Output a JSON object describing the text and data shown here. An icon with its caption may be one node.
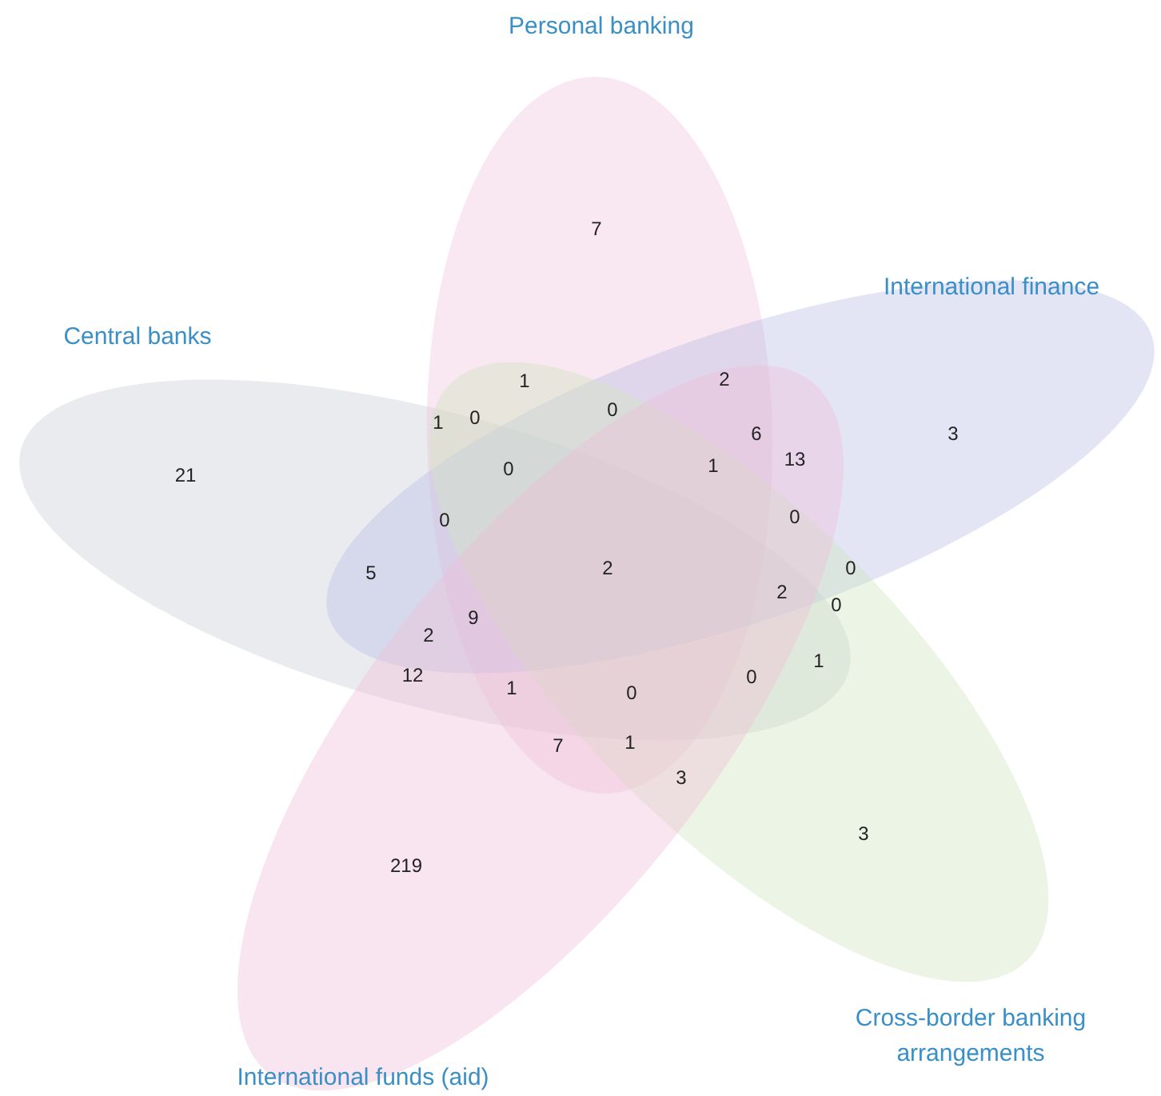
{
  "diagram": {
    "nodes": [
      {
        "text": [
          "Central banks"
        ]
      },
      {
        "text": [
          "Personal banking"
        ]
      },
      {
        "text": [
          "International finance"
        ]
      },
      {
        "text": [
          "Cross-border banking arrangements"
        ]
      },
      {
        "text": [
          "International funds (aid)"
        ]
      }
    ],
    "labels": [
      "7",
      "2",
      "1",
      "0",
      "0",
      "1",
      "6",
      "3",
      "1",
      "13",
      "0",
      "21",
      "0",
      "0",
      "2",
      "0",
      "5",
      "2",
      "0",
      "9",
      "2",
      "1",
      "12",
      "0",
      "1",
      "0",
      "1",
      "7",
      "3",
      "3",
      "219"
    ]
  }
}
